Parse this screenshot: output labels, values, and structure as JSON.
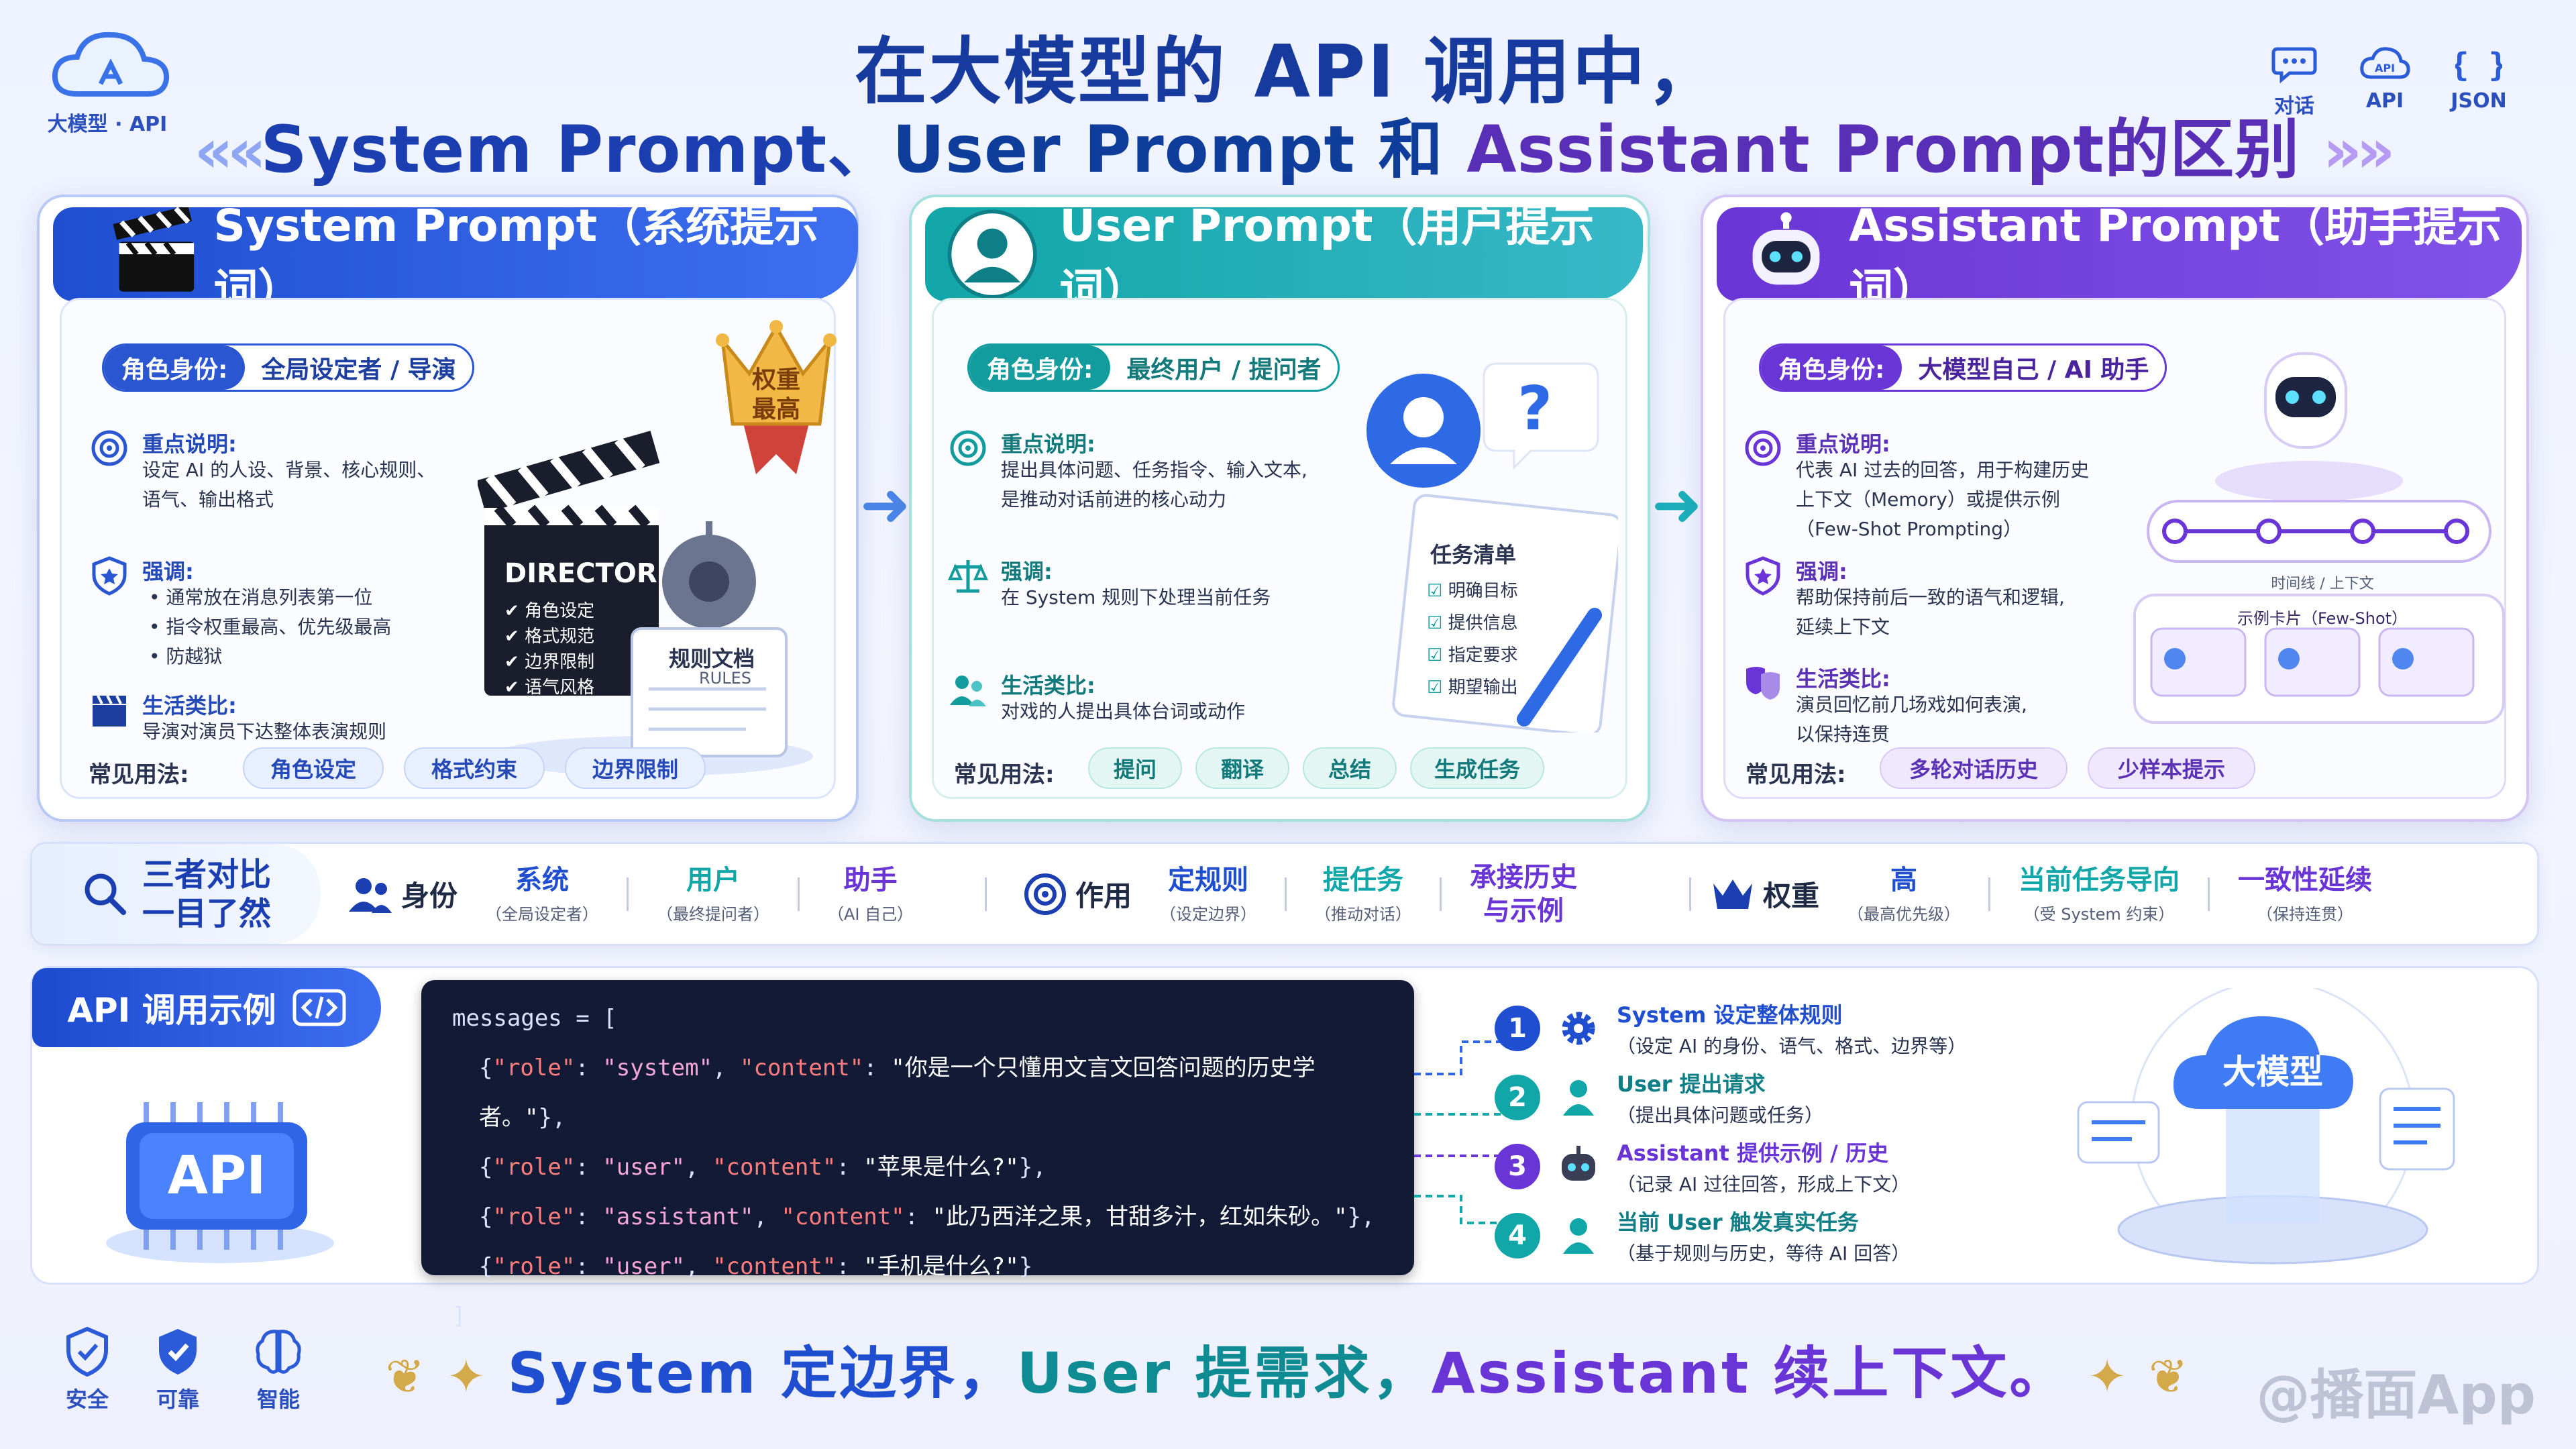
{
  "logo": {
    "label": "大模型 · API",
    "icon": "cloud-api-icon"
  },
  "title": {
    "line1": "在大模型的 API 调用中，",
    "line2_sys": "System Prompt",
    "line2_sep1": "、",
    "line2_usr": "User Prompt",
    "line2_and": " 和 ",
    "line2_ast": "Assistant Prompt",
    "line2_end": "的区别"
  },
  "top_icons": [
    {
      "label": "对话",
      "icon": "chat-icon"
    },
    {
      "label": "API",
      "icon": "cloud-api-icon"
    },
    {
      "label": "JSON",
      "icon": "braces-icon"
    }
  ],
  "cards": {
    "system": {
      "title": "System Prompt（系统提示词）",
      "role_key": "角色身份:",
      "role_val": "全局设定者 / 导演",
      "sec1_title": "重点说明:",
      "sec1_lines": [
        "设定 AI 的人设、背景、核心规则、",
        "语气、输出格式"
      ],
      "sec2_title": "强调:",
      "sec2_lines": [
        "• 通常放在消息列表第一位",
        "• 指令权重最高、优先级最高",
        "• 防越狱"
      ],
      "sec3_title": "生活类比:",
      "sec3_lines": [
        "导演对演员下达整体表演规则"
      ],
      "usage_label": "常见用法:",
      "tags": [
        "角色设定",
        "格式约束",
        "边界限制"
      ],
      "crown_text": [
        "权重",
        "最高"
      ],
      "board_title": "DIRECTOR",
      "board_items": [
        "角色设定",
        "格式规范",
        "边界限制",
        "语气风格"
      ],
      "doc_title": "规则文档",
      "doc_sub": "RULES"
    },
    "user": {
      "title": "User Prompt（用户提示词）",
      "role_key": "角色身份:",
      "role_val": "最终用户 / 提问者",
      "sec1_title": "重点说明:",
      "sec1_lines": [
        "提出具体问题、任务指令、输入文本,",
        "是推动对话前进的核心动力"
      ],
      "sec2_title": "强调:",
      "sec2_lines": [
        "在 System 规则下处理当前任务"
      ],
      "sec3_title": "生活类比:",
      "sec3_lines": [
        "对戏的人提出具体台词或动作"
      ],
      "usage_label": "常见用法:",
      "tags": [
        "提问",
        "翻译",
        "总结",
        "生成任务"
      ],
      "task_title": "任务清单",
      "task_items": [
        "明确目标",
        "提供信息",
        "指定要求",
        "期望输出"
      ],
      "question_mark": "?"
    },
    "assistant": {
      "title": "Assistant Prompt（助手提示词）",
      "role_key": "角色身份:",
      "role_val": "大模型自己 / AI 助手",
      "sec1_title": "重点说明:",
      "sec1_lines": [
        "代表 AI 过去的回答，用于构建历史",
        "上下文（Memory）或提供示例",
        "（Few-Shot Prompting）"
      ],
      "sec2_title": "强调:",
      "sec2_lines": [
        "帮助保持前后一致的语气和逻辑,",
        "延续上下文"
      ],
      "sec3_title": "生活类比:",
      "sec3_lines": [
        "演员回忆前几场戏如何表演,",
        "以保持连贯"
      ],
      "usage_label": "常见用法:",
      "tags": [
        "多轮对话历史",
        "少样本提示"
      ],
      "timeline_label": "时间线 / 上下文",
      "fewshot_label": "示例卡片（Few-Shot）"
    }
  },
  "compare": {
    "title_line1": "三者对比",
    "title_line2": "一目了然",
    "identity": {
      "key": "身份",
      "items": [
        {
          "main": "系统",
          "sub": "（全局设定者）"
        },
        {
          "main": "用户",
          "sub": "（最终提问者）"
        },
        {
          "main": "助手",
          "sub": "（AI 自己）"
        }
      ]
    },
    "role": {
      "key": "作用",
      "items": [
        {
          "main": "定规则",
          "sub": "（设定边界）"
        },
        {
          "main": "提任务",
          "sub": "（推动对话）"
        },
        {
          "main": "承接历史\n与示例",
          "sub": ""
        }
      ]
    },
    "weight": {
      "key": "权重",
      "items": [
        {
          "main": "高",
          "sub": "（最高优先级）"
        },
        {
          "main": "当前任务导向",
          "sub": "（受 System 约束）"
        },
        {
          "main": "一致性延续",
          "sub": "（保持连贯）"
        }
      ]
    }
  },
  "api": {
    "tab_label": "API 调用示例",
    "chip_label": "API",
    "code_open": "messages = [",
    "code_close": "]",
    "messages": [
      {
        "role": "system",
        "content": "你是一个只懂用文言文回答问题的历史学者。"
      },
      {
        "role": "user",
        "content": "苹果是什么?"
      },
      {
        "role": "assistant",
        "content": "此乃西洋之果，甘甜多汁，红如朱砂。"
      },
      {
        "role": "user",
        "content": "手机是什么?"
      }
    ],
    "steps": [
      {
        "num": "1",
        "title": "System 设定整体规则",
        "desc": "（设定 AI 的身份、语气、格式、边界等）",
        "icon": "gear-icon"
      },
      {
        "num": "2",
        "title": "User 提出请求",
        "desc": "（提出具体问题或任务）",
        "icon": "user-icon"
      },
      {
        "num": "3",
        "title": "Assistant 提供示例 / 历史",
        "desc": "（记录 AI 过往回答，形成上下文）",
        "icon": "robot-icon"
      },
      {
        "num": "4",
        "title": "当前 User 触发真实任务",
        "desc": "（基于规则与历史，等待 AI 回答）",
        "icon": "user-icon"
      }
    ],
    "model_label": "大模型"
  },
  "slogan": {
    "part1": "System 定边界，",
    "part2": "User 提需求，",
    "part3": "Assistant 续上下文。"
  },
  "bottom_icons": [
    {
      "label": "安全",
      "icon": "shield-icon"
    },
    {
      "label": "可靠",
      "icon": "check-shield-icon"
    },
    {
      "label": "智能",
      "icon": "brain-icon"
    }
  ],
  "watermark": "@播面App",
  "colors": {
    "system": "#1f4fd0",
    "user": "#11a6a8",
    "assistant": "#6a35d6"
  }
}
